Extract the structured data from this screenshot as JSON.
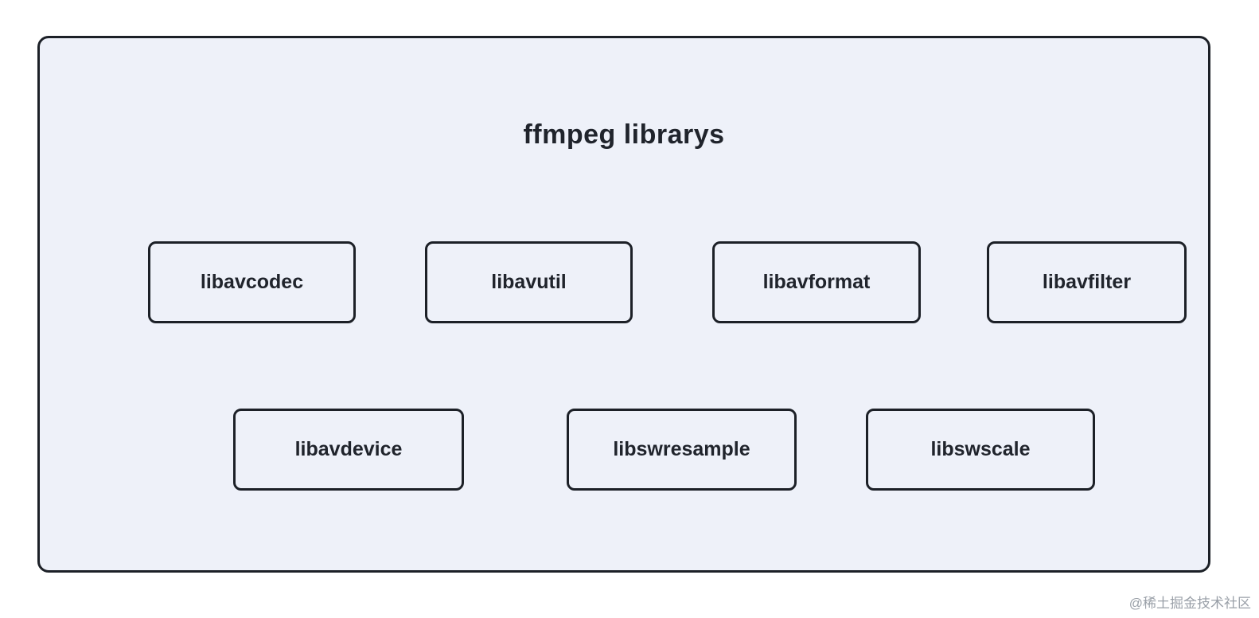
{
  "diagram": {
    "title": "ffmpeg librarys",
    "boxes": [
      {
        "label": "libavcodec"
      },
      {
        "label": "libavutil"
      },
      {
        "label": "libavformat"
      },
      {
        "label": "libavfilter"
      },
      {
        "label": "libavdevice"
      },
      {
        "label": "libswresample"
      },
      {
        "label": "libswscale"
      }
    ],
    "colors": {
      "container_fill": "#eef1f9",
      "box_fill": "#eef1f9",
      "border": "#1c2027",
      "text": "#20242c"
    }
  },
  "watermark": "@稀土掘金技术社区"
}
